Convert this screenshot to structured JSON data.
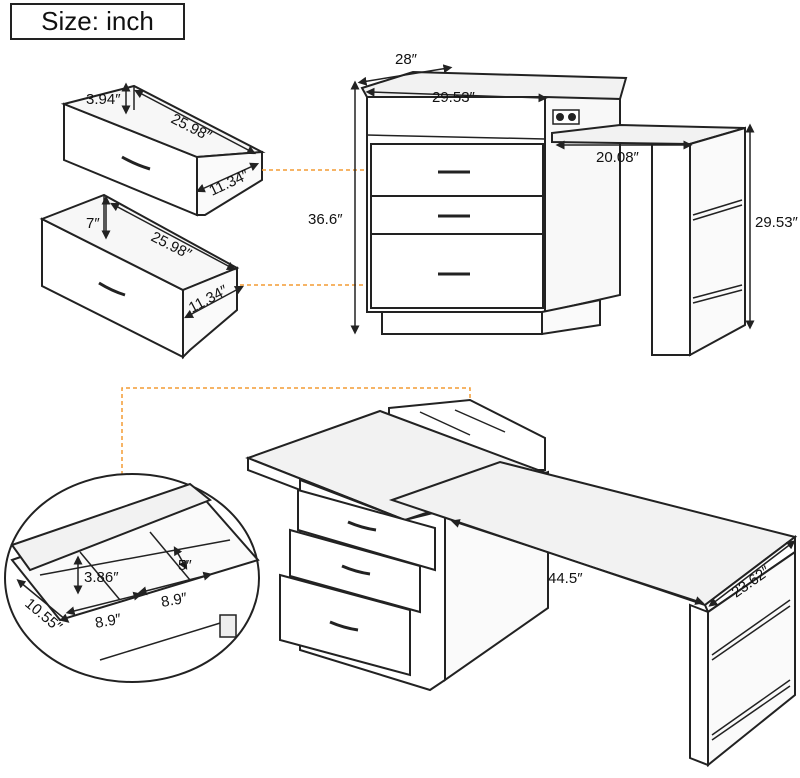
{
  "header": {
    "size_label": "Size: inch"
  },
  "colors": {
    "line": "#222222",
    "accent": "#f39c34",
    "wood": "#f2f2f2"
  },
  "dimensions": {
    "top_depth": "28″",
    "top_width": "29.53″",
    "cabinet_height": "36.6″",
    "extension_width": "20.08″",
    "extension_height": "29.53″",
    "small_drawer_height": "3.94″",
    "small_drawer_length": "25.98″",
    "small_drawer_width": "11.34″",
    "large_drawer_height": "7″",
    "large_drawer_length": "25.98″",
    "large_drawer_width": "11.34″",
    "compartment_height": "3.86″",
    "compartment_width": "5″",
    "tray_depth": "10.55″",
    "compartment_left": "8.9″",
    "compartment_right": "8.9″",
    "desk_length": "44.5″",
    "desk_depth": "23.62″"
  },
  "icons": [
    "drawer-handle-icon",
    "power-outlet-icon",
    "callout-dot-icon"
  ]
}
